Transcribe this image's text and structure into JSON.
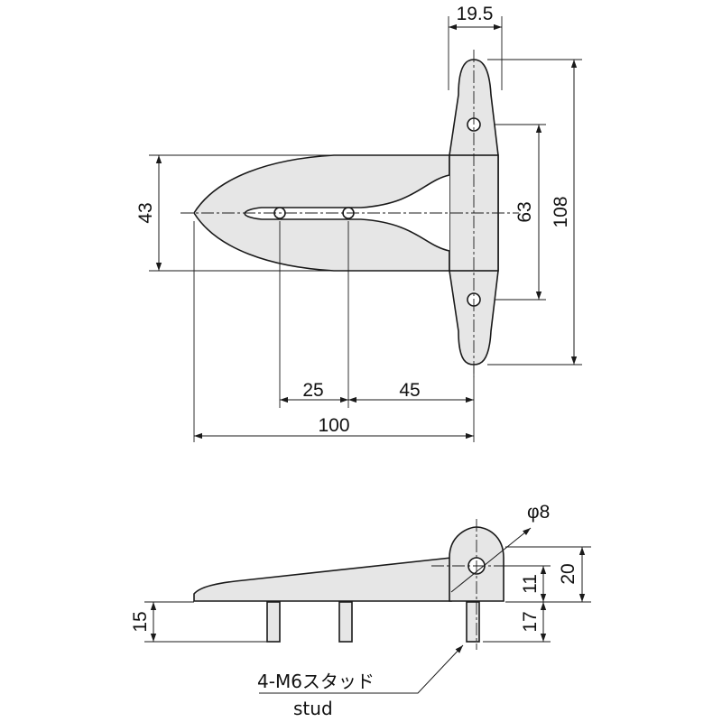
{
  "colors": {
    "line": "#1a1a1a",
    "fill": "#e6e6e6",
    "background": "#ffffff"
  },
  "top_view": {
    "dimensions": {
      "hinge_width": "19.5",
      "overall_height": "108",
      "hole_pitch": "63",
      "leaf_width": "43",
      "hole_spacing_a": "25",
      "hole_spacing_b": "45",
      "overall_length": "100"
    }
  },
  "side_view": {
    "dimensions": {
      "pin_diameter": "φ8",
      "knuckle_height": "20",
      "pin_height": "11",
      "stud_length": "17",
      "leaf_thickness": "15"
    },
    "notes": {
      "stud_note": "4-M6スタッド",
      "stud_label_en": "stud"
    }
  }
}
